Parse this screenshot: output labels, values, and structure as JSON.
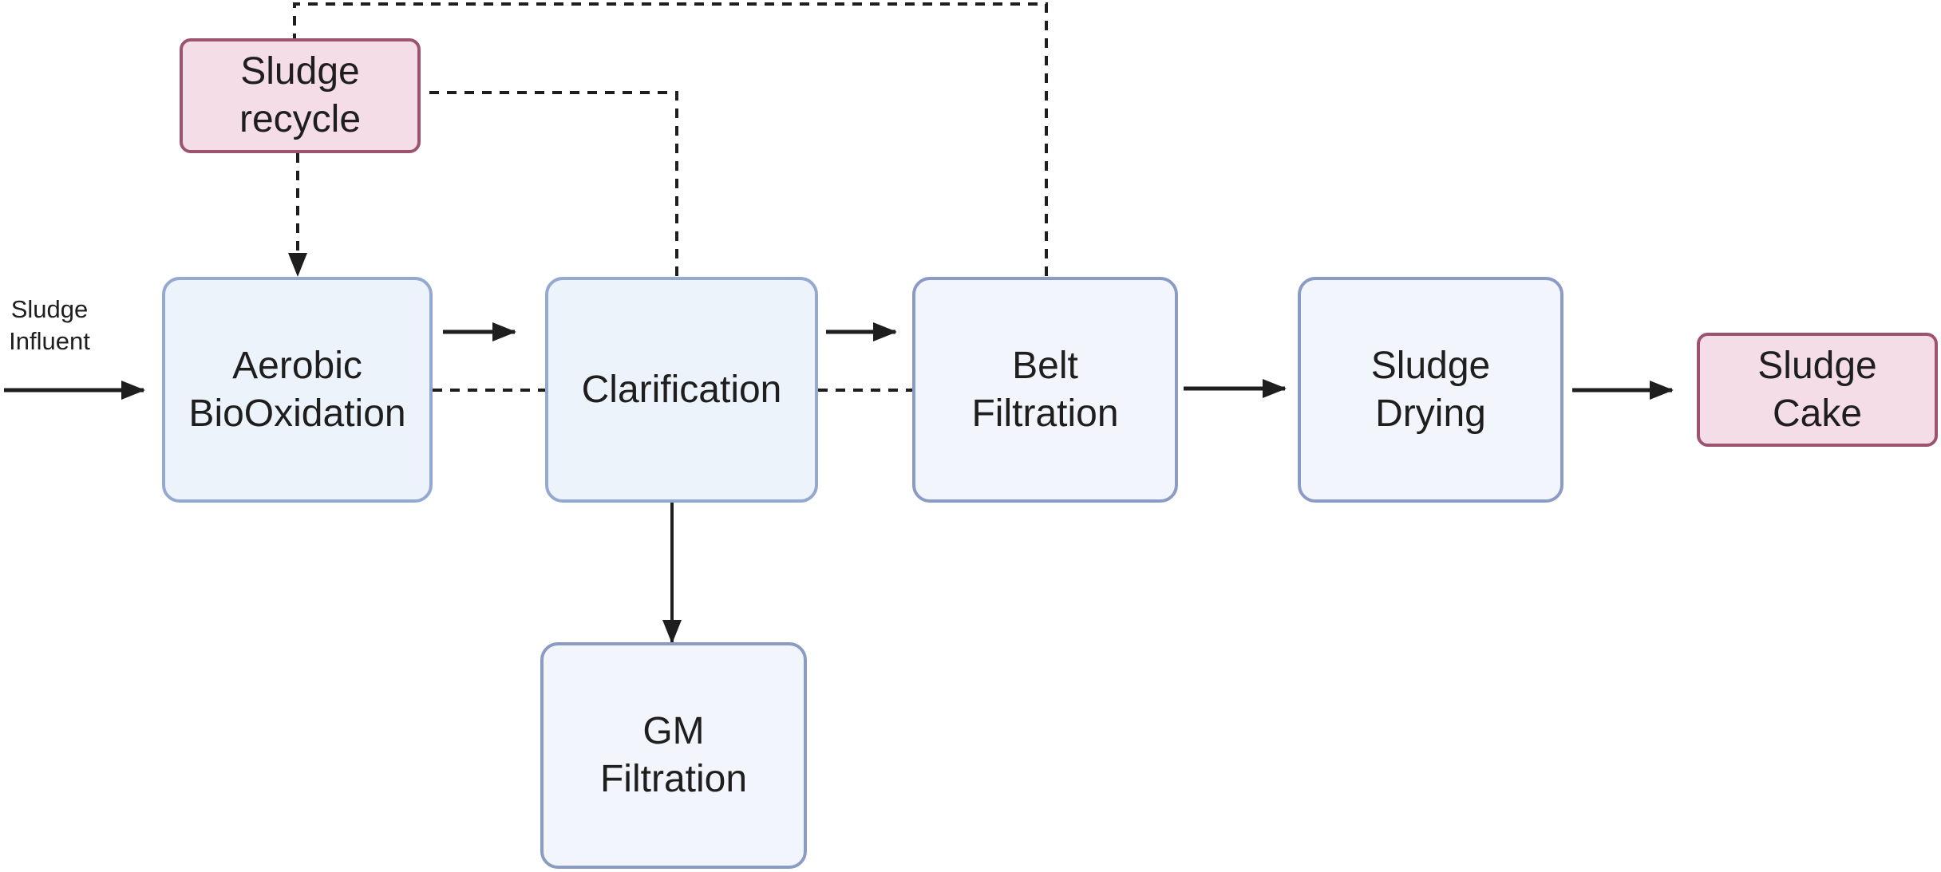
{
  "diagram": {
    "nodes": {
      "aerobic": {
        "label": "Aerobic\nBioOxidation"
      },
      "clarification": {
        "label": "Clarification"
      },
      "belt": {
        "label": "Belt\nFiltration"
      },
      "drying": {
        "label": "Sludge\nDrying"
      },
      "cake": {
        "label": "Sludge\nCake"
      },
      "recycle": {
        "label": "Sludge\nrecycle"
      },
      "gm": {
        "label": "GM\nFiltration"
      }
    },
    "influent_label": "Sludge\nInfluent",
    "colors": {
      "process_fill": "#edf3fb",
      "process_border": "#93a9d0",
      "pink_fill": "#f4dde7",
      "pink_border": "#9b5370",
      "arrow": "#1e1e1e"
    }
  }
}
